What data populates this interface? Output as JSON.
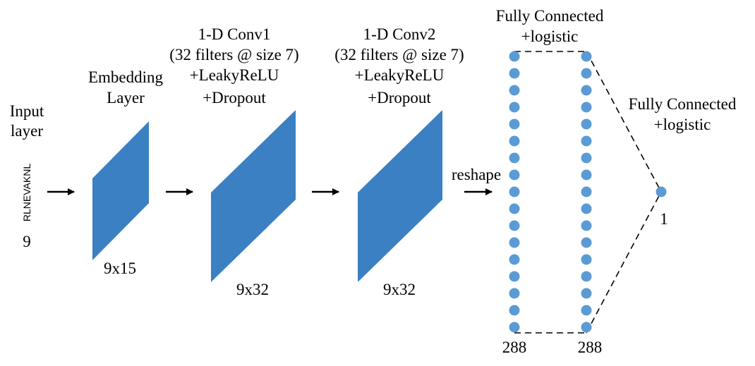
{
  "colors": {
    "block": "#3A80C3",
    "node": "#5B9BD5",
    "line": "#000000"
  },
  "input": {
    "title_line1": "Input",
    "title_line2": "layer",
    "sequence": "RLNEVAKNL",
    "length": "9"
  },
  "embedding": {
    "title_line1": "Embedding",
    "title_line2": "Layer",
    "dim": "9x15"
  },
  "conv1": {
    "title_line1": "1-D Conv1",
    "title_line2": "(32 filters @ size 7)",
    "title_line3": "+LeakyReLU",
    "title_line4": "+Dropout",
    "dim": "9x32"
  },
  "conv2": {
    "title_line1": "1-D Conv2",
    "title_line2": "(32 filters @ size 7)",
    "title_line3": "+LeakyReLU",
    "title_line4": "+Dropout",
    "dim": "9x32"
  },
  "reshape_label": "reshape",
  "fc1": {
    "title_line1": "Fully Connected",
    "title_line2": "+logistic",
    "count_left": "288",
    "count_right": "288"
  },
  "fc2": {
    "title_line1": "Fully Connected",
    "title_line2": "+logistic",
    "output": "1"
  }
}
